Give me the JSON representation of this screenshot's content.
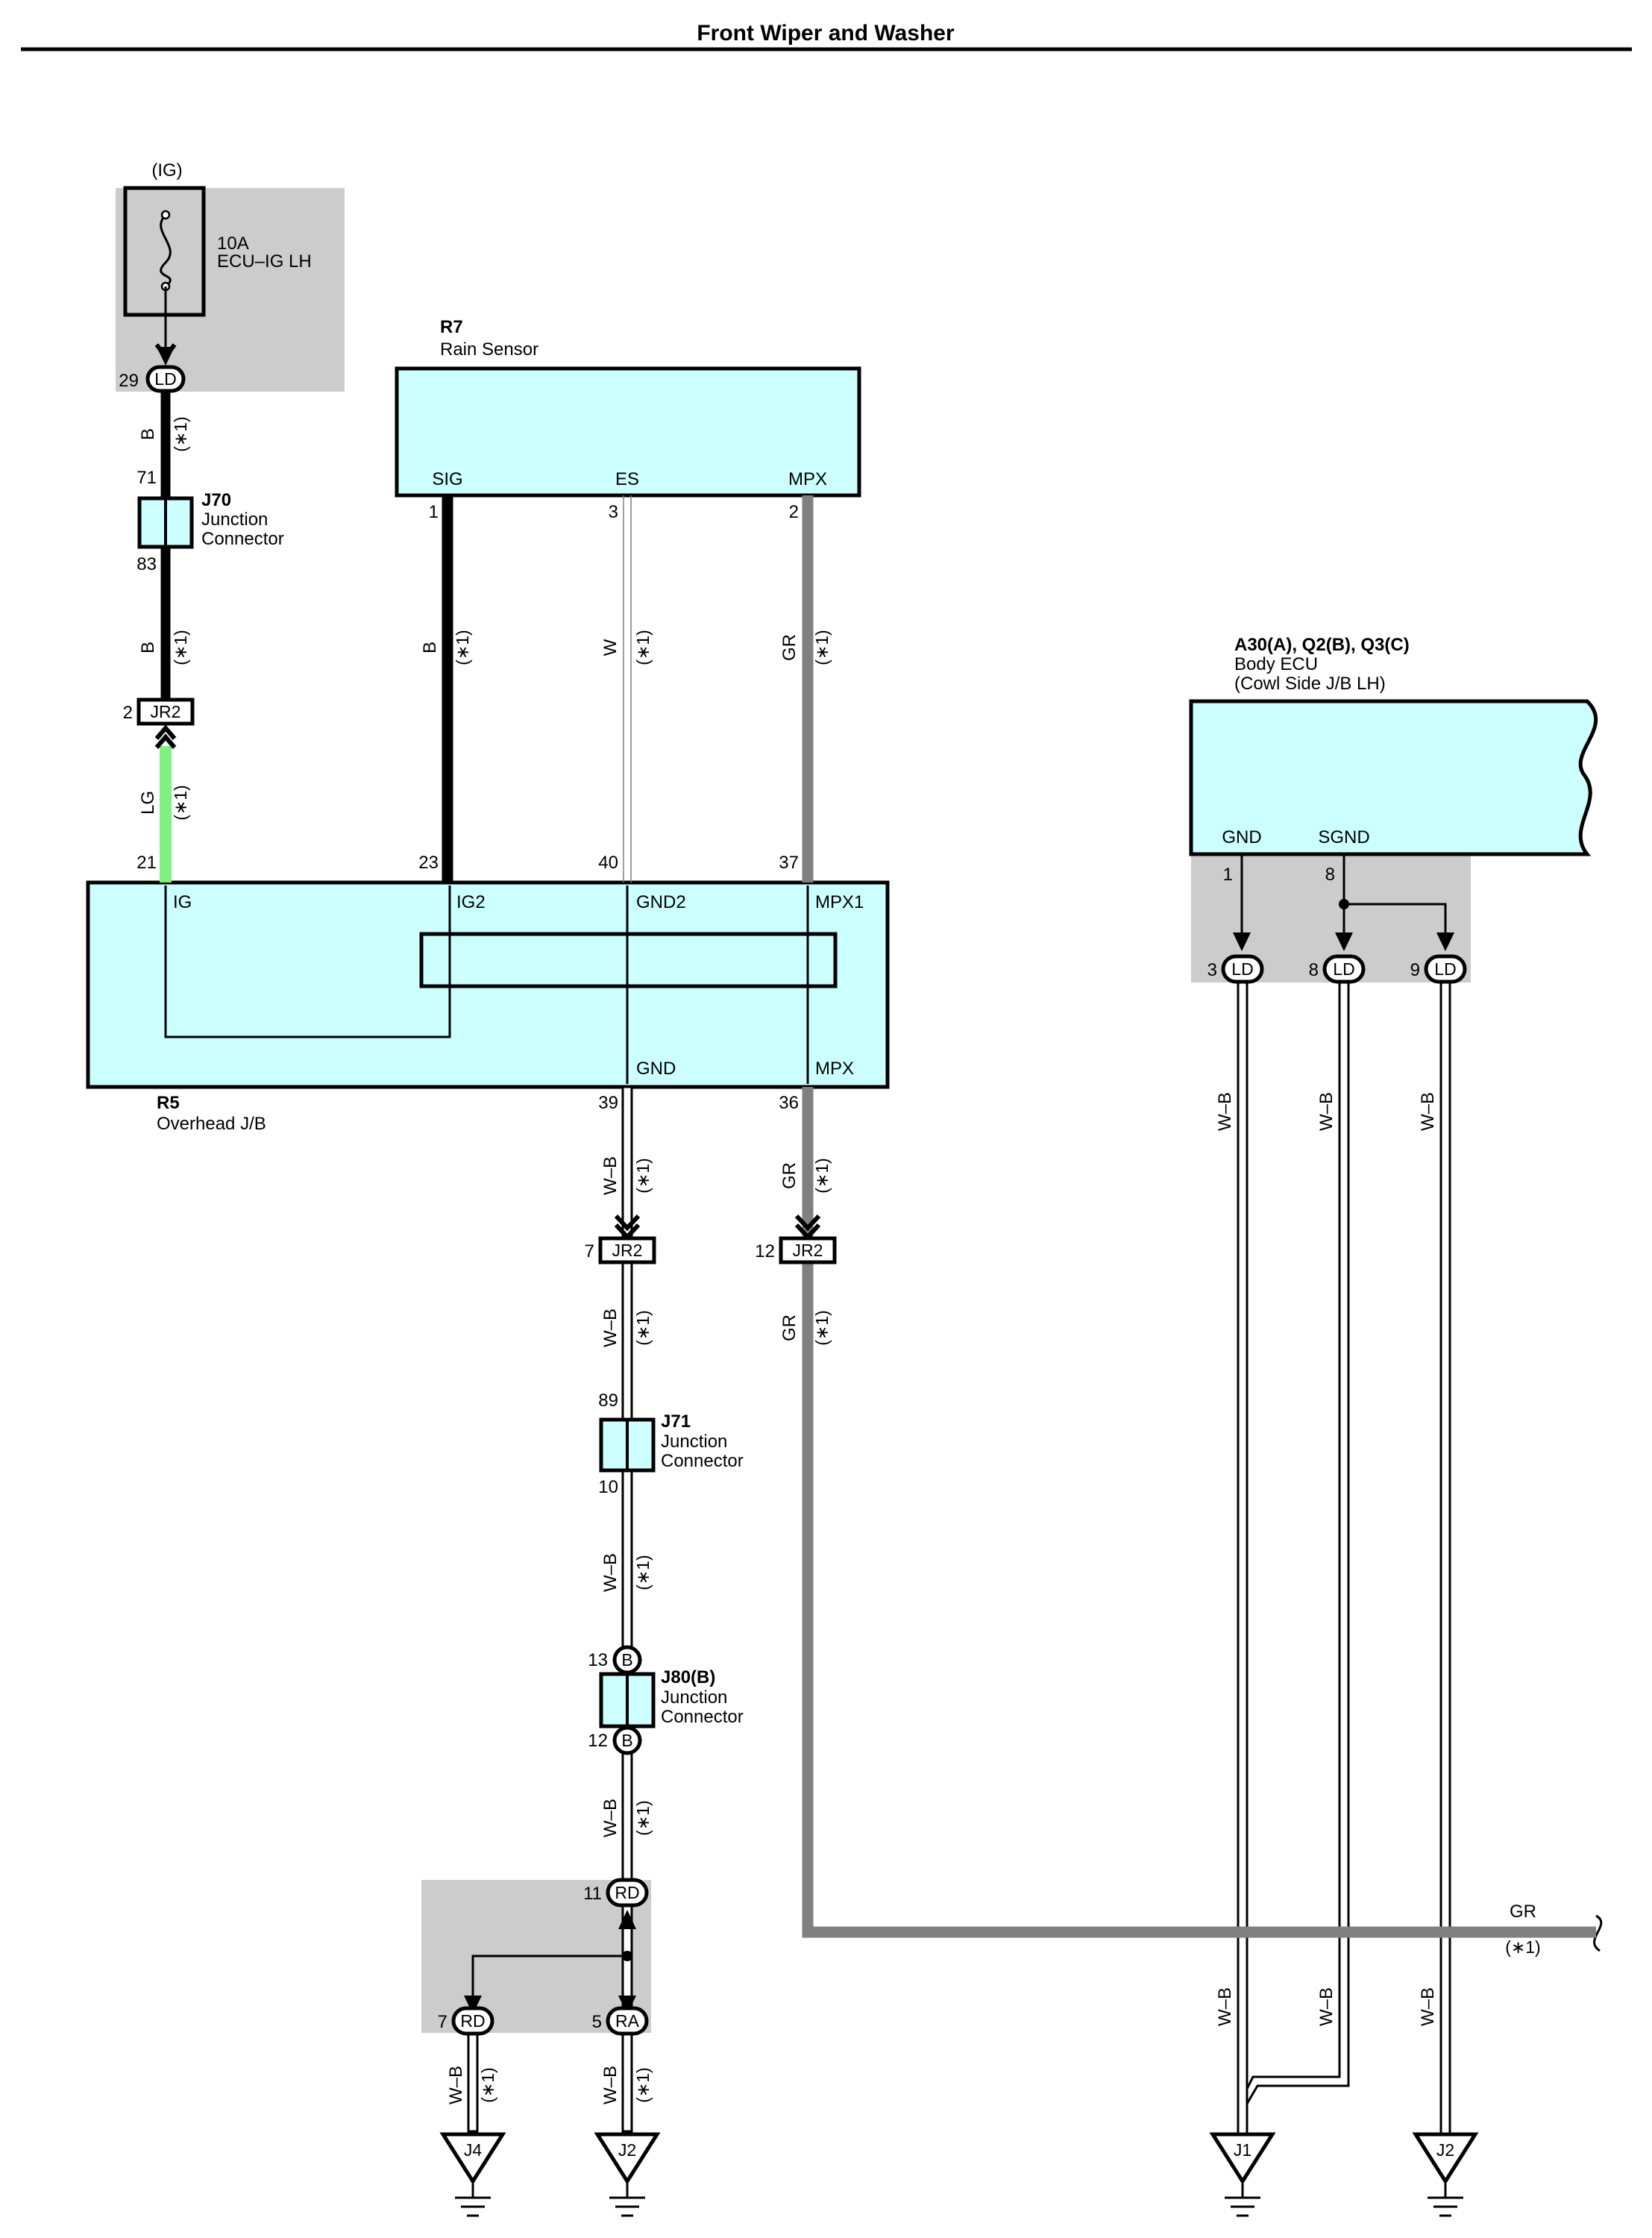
{
  "title": "Front Wiper and Washer",
  "colors": {
    "component_fill": "#ccffff",
    "shade": "#cccccc",
    "wire_gray": "#808080",
    "wire_lg": "#80f080"
  },
  "fuse": {
    "supply": "(IG)",
    "rating": "10A",
    "name": "ECU–IG LH"
  },
  "components": {
    "rain_sensor": {
      "code": "R7",
      "name": "Rain Sensor"
    },
    "overhead_jb": {
      "code": "R5",
      "name": "Overhead J/B"
    },
    "body_ecu": {
      "code": "A30(A), Q2(B), Q3(C)",
      "name": "Body ECU",
      "name2": "(Cowl Side J/B LH)"
    },
    "j70": {
      "code": "J70",
      "line1": "Junction",
      "line2": "Connector"
    },
    "j71": {
      "code": "J71",
      "line1": "Junction",
      "line2": "Connector"
    },
    "j80": {
      "code": "J80(B)",
      "line1": "Junction",
      "line2": "Connector"
    }
  },
  "terminal_names": {
    "sig": "SIG",
    "es": "ES",
    "mpx": "MPX",
    "ig": "IG",
    "ig2": "IG2",
    "gnd2": "GND2",
    "mpx1": "MPX1",
    "gnd": "GND",
    "r5_mpx": "MPX",
    "ecu_gnd": "GND",
    "ecu_sgnd": "SGND"
  },
  "pins": {
    "ld29": "29",
    "j70_in": "71",
    "j70_out": "83",
    "jr2_2": "2",
    "r5_21": "21",
    "r5_23": "23",
    "r5_40": "40",
    "r5_37": "37",
    "r7_1": "1",
    "r7_3": "3",
    "r7_2": "2",
    "r5_39": "39",
    "r5_36": "36",
    "jr2_7": "7",
    "jr2_12": "12",
    "j71_in": "89",
    "j71_out": "10",
    "j80_13": "13",
    "j80_12": "12",
    "rd11": "11",
    "rd7": "7",
    "ra5": "5",
    "ecu_1": "1",
    "ecu_8": "8",
    "ld3": "3",
    "ld8": "8",
    "ld9": "9"
  },
  "connector_codes": {
    "ld": "LD",
    "jr2": "JR2",
    "b": "B",
    "rd": "RD",
    "ra": "RA"
  },
  "wire_colors": {
    "b": "B",
    "lg": "LG",
    "w": "W",
    "gr": "GR",
    "wb": "W–B"
  },
  "wire_note": "(∗1)",
  "grounds": {
    "j4": "J4",
    "j2": "J2",
    "j1": "J1",
    "j2b": "J2"
  }
}
